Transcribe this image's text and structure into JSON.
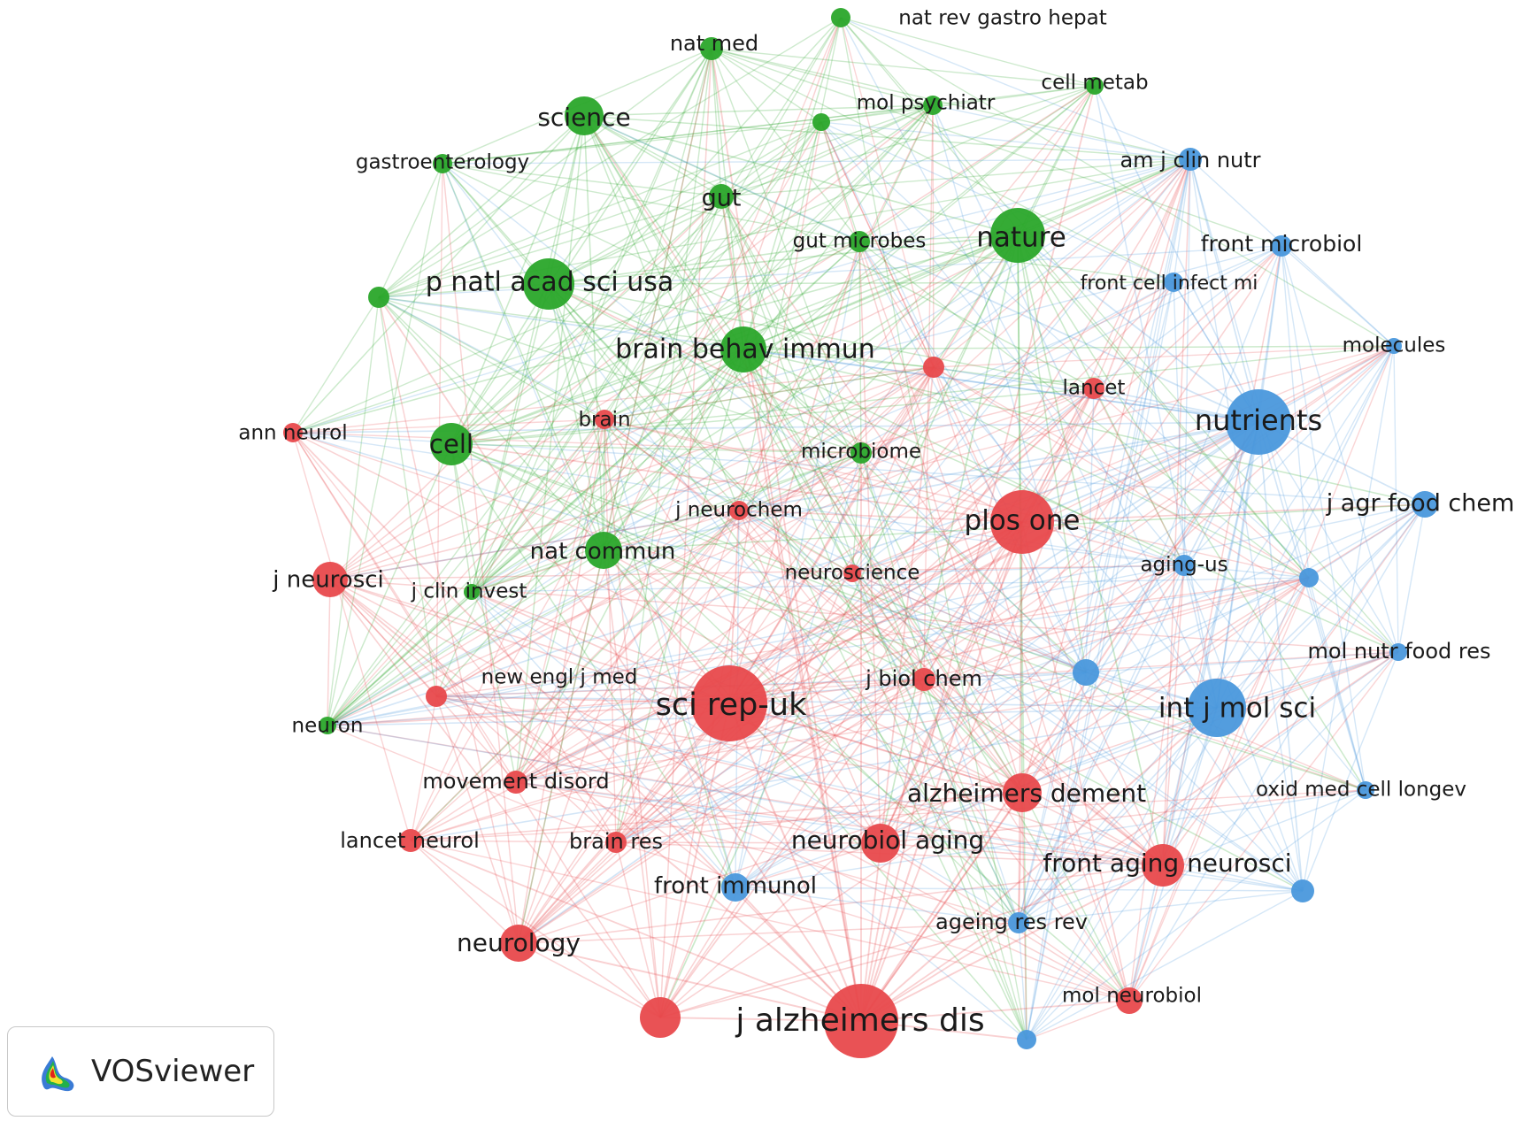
{
  "colors": {
    "red": "#e8494c",
    "green": "#2aa62a",
    "blue": "#4a98dc"
  },
  "badge": {
    "name": "VOSviewer",
    "icon": "vosviewer-logo-icon"
  },
  "chart_data": {
    "type": "network",
    "clusters": [
      "red",
      "green",
      "blue"
    ],
    "nodes": [
      {
        "id": "nat rev gastro hepat",
        "label": "nat rev gastro hepat",
        "cluster": "green",
        "weight": 1
      },
      {
        "id": "nat med",
        "label": "nat med",
        "cluster": "green",
        "weight": 1.3
      },
      {
        "id": "cell metab",
        "label": "cell metab",
        "cluster": "green",
        "weight": 1
      },
      {
        "id": "mol psychiatr",
        "label": "mol psychiatr",
        "cluster": "green",
        "weight": 1
      },
      {
        "id": "green-unlabeled-1",
        "label": "",
        "cluster": "green",
        "weight": 0.9
      },
      {
        "id": "science",
        "label": "science",
        "cluster": "green",
        "weight": 2.2
      },
      {
        "id": "gastroenterology",
        "label": "gastroenterology",
        "cluster": "green",
        "weight": 1
      },
      {
        "id": "am j clin nutr",
        "label": "am j clin nutr",
        "cluster": "blue",
        "weight": 1.1
      },
      {
        "id": "gut",
        "label": "gut",
        "cluster": "green",
        "weight": 1.6
      },
      {
        "id": "gut microbes",
        "label": "gut microbes",
        "cluster": "green",
        "weight": 1.1
      },
      {
        "id": "nature",
        "label": "nature",
        "cluster": "green",
        "weight": 3
      },
      {
        "id": "front microbiol",
        "label": "front microbiol",
        "cluster": "blue",
        "weight": 1.3
      },
      {
        "id": "front cell infect mi",
        "label": "front cell infect mi",
        "cluster": "blue",
        "weight": 1
      },
      {
        "id": "p natl acad sci usa",
        "label": "p natl acad sci usa",
        "cluster": "green",
        "weight": 2.8
      },
      {
        "id": "green-unlabeled-2",
        "label": "",
        "cluster": "green",
        "weight": 1.2
      },
      {
        "id": "brain behav immun",
        "label": "brain behav immun",
        "cluster": "green",
        "weight": 2.6
      },
      {
        "id": "molecules",
        "label": "molecules",
        "cluster": "blue",
        "weight": 0.9
      },
      {
        "id": "red-unlabeled-1",
        "label": "",
        "cluster": "red",
        "weight": 1.2
      },
      {
        "id": "lancet",
        "label": "lancet",
        "cluster": "red",
        "weight": 1.2
      },
      {
        "id": "nutrients",
        "label": "nutrients",
        "cluster": "blue",
        "weight": 4
      },
      {
        "id": "ann neurol",
        "label": "ann neurol",
        "cluster": "red",
        "weight": 1
      },
      {
        "id": "brain",
        "label": "brain",
        "cluster": "red",
        "weight": 1
      },
      {
        "id": "cell",
        "label": "cell",
        "cluster": "green",
        "weight": 2.1
      },
      {
        "id": "microbiome",
        "label": "microbiome",
        "cluster": "green",
        "weight": 1
      },
      {
        "id": "j agr food chem",
        "label": "j agr food chem",
        "cluster": "blue",
        "weight": 1.5
      },
      {
        "id": "j neurochem",
        "label": "j neurochem",
        "cluster": "red",
        "weight": 1
      },
      {
        "id": "plos one",
        "label": "plos one",
        "cluster": "red",
        "weight": 3.7
      },
      {
        "id": "nat commun",
        "label": "nat commun",
        "cluster": "green",
        "weight": 2.2
      },
      {
        "id": "aging-us",
        "label": "aging-us",
        "cluster": "blue",
        "weight": 1.1
      },
      {
        "id": "j neurosci",
        "label": "j neurosci",
        "cluster": "red",
        "weight": 2.1
      },
      {
        "id": "j clin invest",
        "label": "j clin invest",
        "cluster": "green",
        "weight": 0.9
      },
      {
        "id": "neuroscience",
        "label": "neuroscience",
        "cluster": "red",
        "weight": 1
      },
      {
        "id": "blue-unlabeled-1",
        "label": "",
        "cluster": "blue",
        "weight": 1
      },
      {
        "id": "mol nutr food res",
        "label": "mol nutr food res",
        "cluster": "blue",
        "weight": 1
      },
      {
        "id": "new engl j med",
        "label": "new engl j med",
        "cluster": "red",
        "weight": 1.2
      },
      {
        "id": "blue-unlabeled-2",
        "label": "",
        "cluster": "blue",
        "weight": 1.5
      },
      {
        "id": "j biol chem",
        "label": "j biol chem",
        "cluster": "red",
        "weight": 1.3
      },
      {
        "id": "sci rep-uk",
        "label": "sci rep-uk",
        "cluster": "red",
        "weight": 4.5
      },
      {
        "id": "int j mol sci",
        "label": "int j mol sci",
        "cluster": "blue",
        "weight": 3.1
      },
      {
        "id": "neuron",
        "label": "neuron",
        "cluster": "green",
        "weight": 1
      },
      {
        "id": "movement disord",
        "label": "movement disord",
        "cluster": "red",
        "weight": 1.2
      },
      {
        "id": "alzheimers dement",
        "label": "alzheimers dement",
        "cluster": "red",
        "weight": 2.3
      },
      {
        "id": "oxid med cell longev",
        "label": "oxid med cell longev",
        "cluster": "blue",
        "weight": 1
      },
      {
        "id": "lancet neurol",
        "label": "lancet neurol",
        "cluster": "red",
        "weight": 1.3
      },
      {
        "id": "brain res",
        "label": "brain res",
        "cluster": "red",
        "weight": 1.2
      },
      {
        "id": "neurobiol aging",
        "label": "neurobiol aging",
        "cluster": "red",
        "weight": 2.3
      },
      {
        "id": "front aging neurosci",
        "label": "front aging neurosci",
        "cluster": "red",
        "weight": 2.5
      },
      {
        "id": "front immunol",
        "label": "front immunol",
        "cluster": "blue",
        "weight": 1.5
      },
      {
        "id": "blue-unlabeled-3",
        "label": "",
        "cluster": "blue",
        "weight": 1.3
      },
      {
        "id": "ageing res rev",
        "label": "ageing res rev",
        "cluster": "blue",
        "weight": 1.2
      },
      {
        "id": "neurology",
        "label": "neurology",
        "cluster": "red",
        "weight": 2.1
      },
      {
        "id": "mol neurobiol",
        "label": "mol neurobiol",
        "cluster": "red",
        "weight": 1.4
      },
      {
        "id": "red-unlabeled-2",
        "label": "",
        "cluster": "red",
        "weight": 2.5
      },
      {
        "id": "j alzheimers dis",
        "label": "j alzheimers dis",
        "cluster": "red",
        "weight": 5.4
      },
      {
        "id": "blue-unlabeled-4",
        "label": "",
        "cluster": "blue",
        "weight": 1
      }
    ]
  }
}
